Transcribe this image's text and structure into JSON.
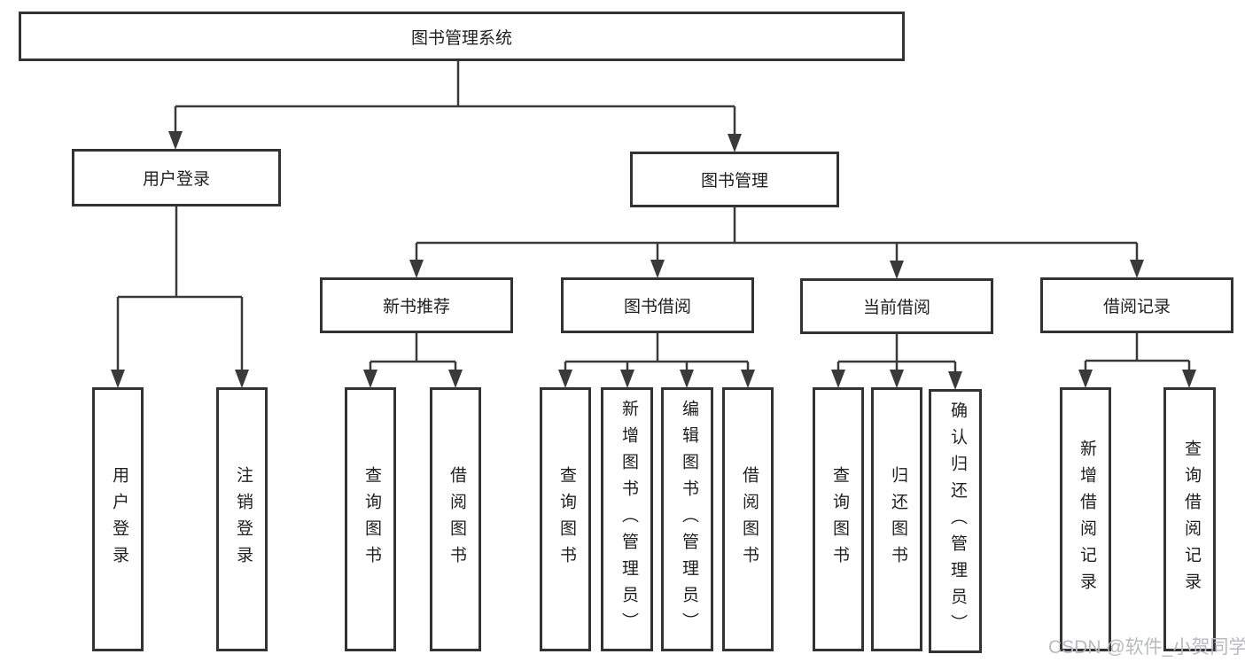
{
  "diagram": {
    "type": "hierarchy",
    "line_color": "#3a3a3a",
    "box_border_color": "#333333",
    "text_color": "#1f1f1f",
    "watermark_color": "#b9bac0",
    "nodes": {
      "root": "图书管理系统",
      "user_login": "用户登录",
      "book_mgmt": "图书管理",
      "new_book_rec": "新书推荐",
      "book_borrow": "图书借阅",
      "current_borrow": "当前借阅",
      "borrow_record": "借阅记录",
      "leaf_user_login": "用户登录",
      "leaf_logout": "注销登录",
      "rec_query_book": "查询图书",
      "rec_borrow_book": "借阅图书",
      "bor_query_book": "查询图书",
      "bor_add_book": "新增图书（管理员）",
      "bor_edit_book": "编辑图书（管理员）",
      "bor_borrow_book": "借阅图书",
      "cur_query_book": "查询图书",
      "cur_return_book": "归还图书",
      "cur_confirm_return": "确认归还（管理员）",
      "recd_add_record": "新增借阅记录",
      "recd_query_record": "查询借阅记录"
    },
    "structure": {
      "图书管理系统": {
        "用户登录": [
          "用户登录",
          "注销登录"
        ],
        "图书管理": {
          "新书推荐": [
            "查询图书",
            "借阅图书"
          ],
          "图书借阅": [
            "查询图书",
            "新增图书（管理员）",
            "编辑图书（管理员）",
            "借阅图书"
          ],
          "当前借阅": [
            "查询图书",
            "归还图书",
            "确认归还（管理员）"
          ],
          "借阅记录": [
            "新增借阅记录",
            "查询借阅记录"
          ]
        }
      }
    }
  },
  "watermark": "CSDN @软件_小贺同学"
}
